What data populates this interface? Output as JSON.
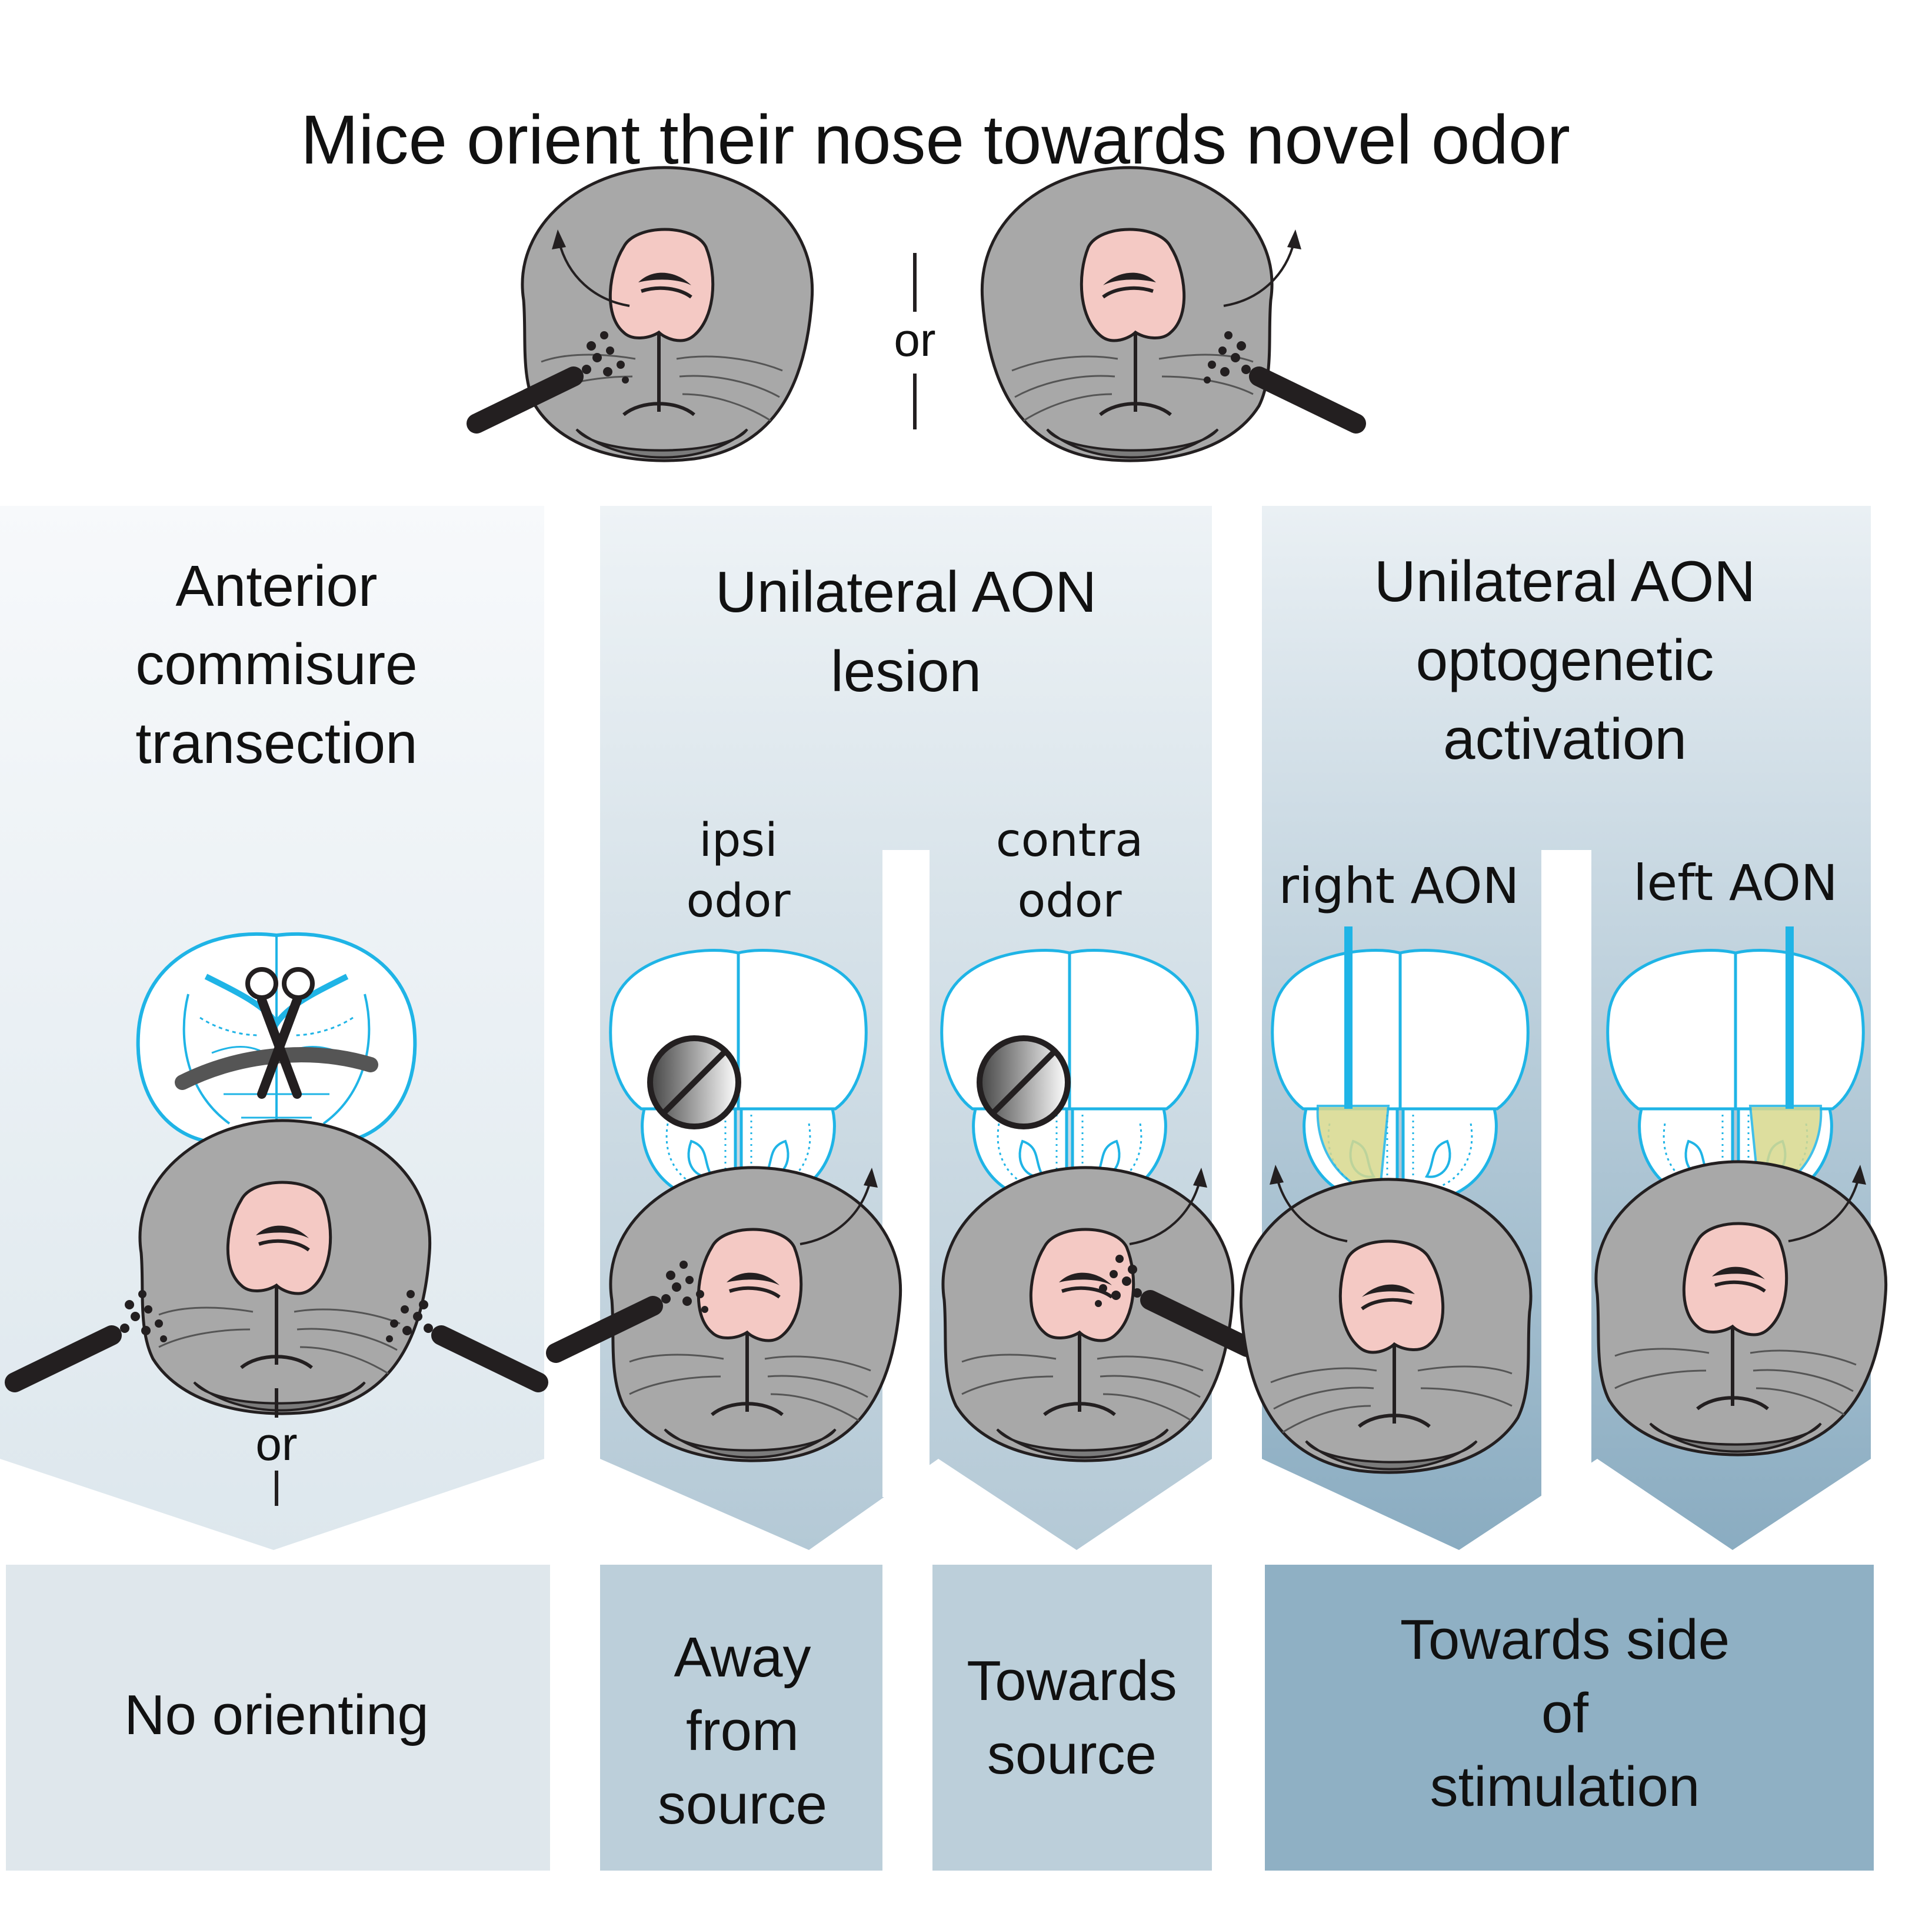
{
  "title": "Mice orient their nose towards novel odor",
  "top_or": "or",
  "colors": {
    "panel_light": "#e6edf1",
    "panel_mid": "#bccfda",
    "panel_dark": "#8fb0c4",
    "brain_outline": "#1fb4e6",
    "fiber": "#1fb4e6",
    "stim_region": "#d8d98e",
    "mouse_fur": "#a8a8a8",
    "mouse_nose": "#f4c9c4",
    "odor_stick": "#231f20"
  },
  "panels": {
    "ac": {
      "title_l1": "Anterior",
      "title_l2": "commisure",
      "title_l3": "transection",
      "or": "or",
      "result": "No orienting"
    },
    "lesion": {
      "title_l1": "Unilateral AON",
      "title_l2": "lesion",
      "ipsi_l1": "ipsi",
      "ipsi_l2": "odor",
      "contra_l1": "contra",
      "contra_l2": "odor",
      "result_ipsi_l1": "Away",
      "result_ipsi_l2": "from",
      "result_ipsi_l3": "source",
      "result_contra_l1": "Towards",
      "result_contra_l2": "source"
    },
    "opto": {
      "title_l1": "Unilateral AON",
      "title_l2": "optogenetic",
      "title_l3": "activation",
      "right_label": "right AON",
      "left_label": "left AON",
      "result_l1": "Towards side",
      "result_l2": "of",
      "result_l3": "stimulation"
    }
  }
}
